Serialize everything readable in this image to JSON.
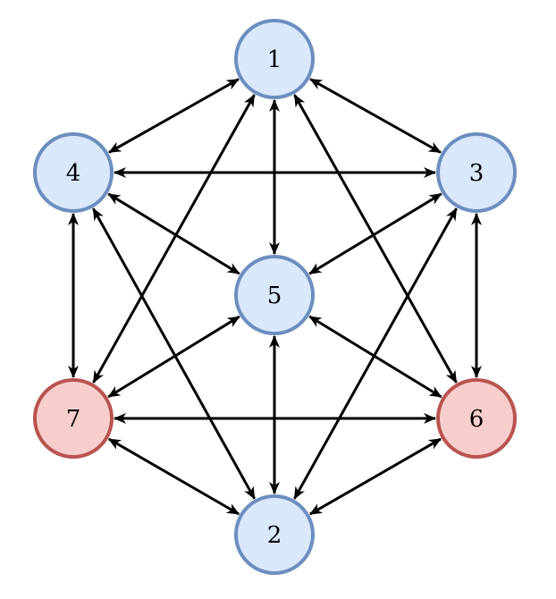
{
  "colors": {
    "blue_fill": "#dae8fc",
    "blue_stroke": "#6c8ebf",
    "red_fill": "#f8cecc",
    "red_stroke": "#b85450",
    "edge": "#000000"
  },
  "nodes": [
    {
      "id": "1",
      "label": "1",
      "style": "blue"
    },
    {
      "id": "2",
      "label": "2",
      "style": "blue"
    },
    {
      "id": "3",
      "label": "3",
      "style": "blue"
    },
    {
      "id": "4",
      "label": "4",
      "style": "blue"
    },
    {
      "id": "5",
      "label": "5",
      "style": "blue"
    },
    {
      "id": "6",
      "label": "6",
      "style": "red"
    },
    {
      "id": "7",
      "label": "7",
      "style": "red"
    }
  ],
  "edges": [
    {
      "from": "1",
      "to": "4",
      "bidirectional": true
    },
    {
      "from": "1",
      "to": "3",
      "bidirectional": true
    },
    {
      "from": "1",
      "to": "5",
      "bidirectional": true
    },
    {
      "from": "1",
      "to": "7",
      "bidirectional": true
    },
    {
      "from": "1",
      "to": "6",
      "bidirectional": true
    },
    {
      "from": "4",
      "to": "3",
      "bidirectional": true
    },
    {
      "from": "4",
      "to": "5",
      "bidirectional": true
    },
    {
      "from": "4",
      "to": "7",
      "bidirectional": true
    },
    {
      "from": "4",
      "to": "2",
      "bidirectional": true
    },
    {
      "from": "3",
      "to": "5",
      "bidirectional": true
    },
    {
      "from": "3",
      "to": "6",
      "bidirectional": true
    },
    {
      "from": "3",
      "to": "2",
      "bidirectional": true
    },
    {
      "from": "5",
      "to": "7",
      "bidirectional": true
    },
    {
      "from": "5",
      "to": "6",
      "bidirectional": true
    },
    {
      "from": "5",
      "to": "2",
      "bidirectional": true
    },
    {
      "from": "7",
      "to": "6",
      "bidirectional": true
    },
    {
      "from": "7",
      "to": "2",
      "bidirectional": true
    },
    {
      "from": "6",
      "to": "2",
      "bidirectional": true
    }
  ]
}
